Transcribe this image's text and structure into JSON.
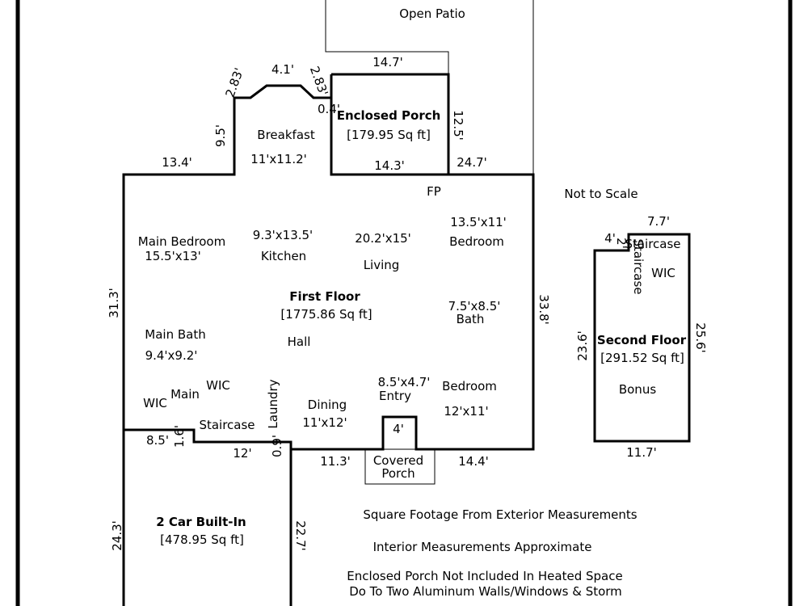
{
  "header": {
    "not_to_scale": "Not to Scale"
  },
  "patio": {
    "label": "Open Patio"
  },
  "enclosed_porch": {
    "title": "Enclosed Porch",
    "area": "[179.95 Sq ft]",
    "dim_top": "14.7'",
    "dim_right": "12.5'",
    "dim_bottom": "14.3'",
    "dim_corner": "0.4'"
  },
  "bay": {
    "left": "2.83'",
    "top": "4.1'",
    "right": "2.83'"
  },
  "first_floor": {
    "title": "First Floor",
    "area": "[1775.86 Sq ft]",
    "dims": {
      "top_left": "13.4'",
      "bay_side": "9.5'",
      "top_right": "24.7'",
      "left": "31.3'",
      "right": "33.8'",
      "bottom_left": "8.5'",
      "step": "1.6'",
      "laundry_wall": "12'",
      "laundry_gap": "0.9'",
      "bottom_mid": "11.3'",
      "bottom_right": "14.4'",
      "porch_notch": "4'"
    },
    "rooms": {
      "breakfast": "Breakfast",
      "breakfast_size": "11'x11.2'",
      "fp": "FP",
      "main_bedroom": "Main Bedroom",
      "main_bedroom_size": "15.5'x13'",
      "kitchen_size": "9.3'x13.5'",
      "kitchen": "Kitchen",
      "living_size": "20.2'x15'",
      "living": "Living",
      "bedroom1_size": "13.5'x11'",
      "bedroom1": "Bedroom",
      "bath_size": "7.5'x8.5'",
      "bath": "Bath",
      "main_bath": "Main Bath",
      "main_bath_size": "9.4'x9.2'",
      "hall": "Hall",
      "wic": "WIC",
      "main": "Main",
      "wic2": "WIC",
      "laundry": "Laundry",
      "staircase": "Staircase",
      "dining": "Dining",
      "dining_size": "11'x12'",
      "entry_size": "8.5'x4.7'",
      "entry": "Entry",
      "bedroom2": "Bedroom",
      "bedroom2_size": "12'x11'"
    }
  },
  "covered_porch": {
    "line1": "Covered",
    "line2": "Porch"
  },
  "garage": {
    "title": "2 Car Built-In",
    "area": "[478.95 Sq ft]",
    "dim_left": "24.3'",
    "dim_right": "22.7'"
  },
  "second_floor": {
    "title": "Second Floor",
    "area": "[291.52 Sq ft]",
    "bonus": "Bonus",
    "wic": "WIC",
    "staircase_h": "Staircase",
    "staircase_v": "Staircase",
    "dim_top": "7.7'",
    "dim_notch_v": "2'",
    "dim_notch_h": "4'",
    "dim_left": "23.6'",
    "dim_right": "25.6'",
    "dim_bottom": "11.7'"
  },
  "notes": {
    "line1": "Square Footage From Exterior Measurements",
    "line2": "Interior Measurements Approximate",
    "line3": "Enclosed Porch Not Included In Heated Space",
    "line4": "Do To Two Aluminum Walls/Windows & Storm"
  }
}
